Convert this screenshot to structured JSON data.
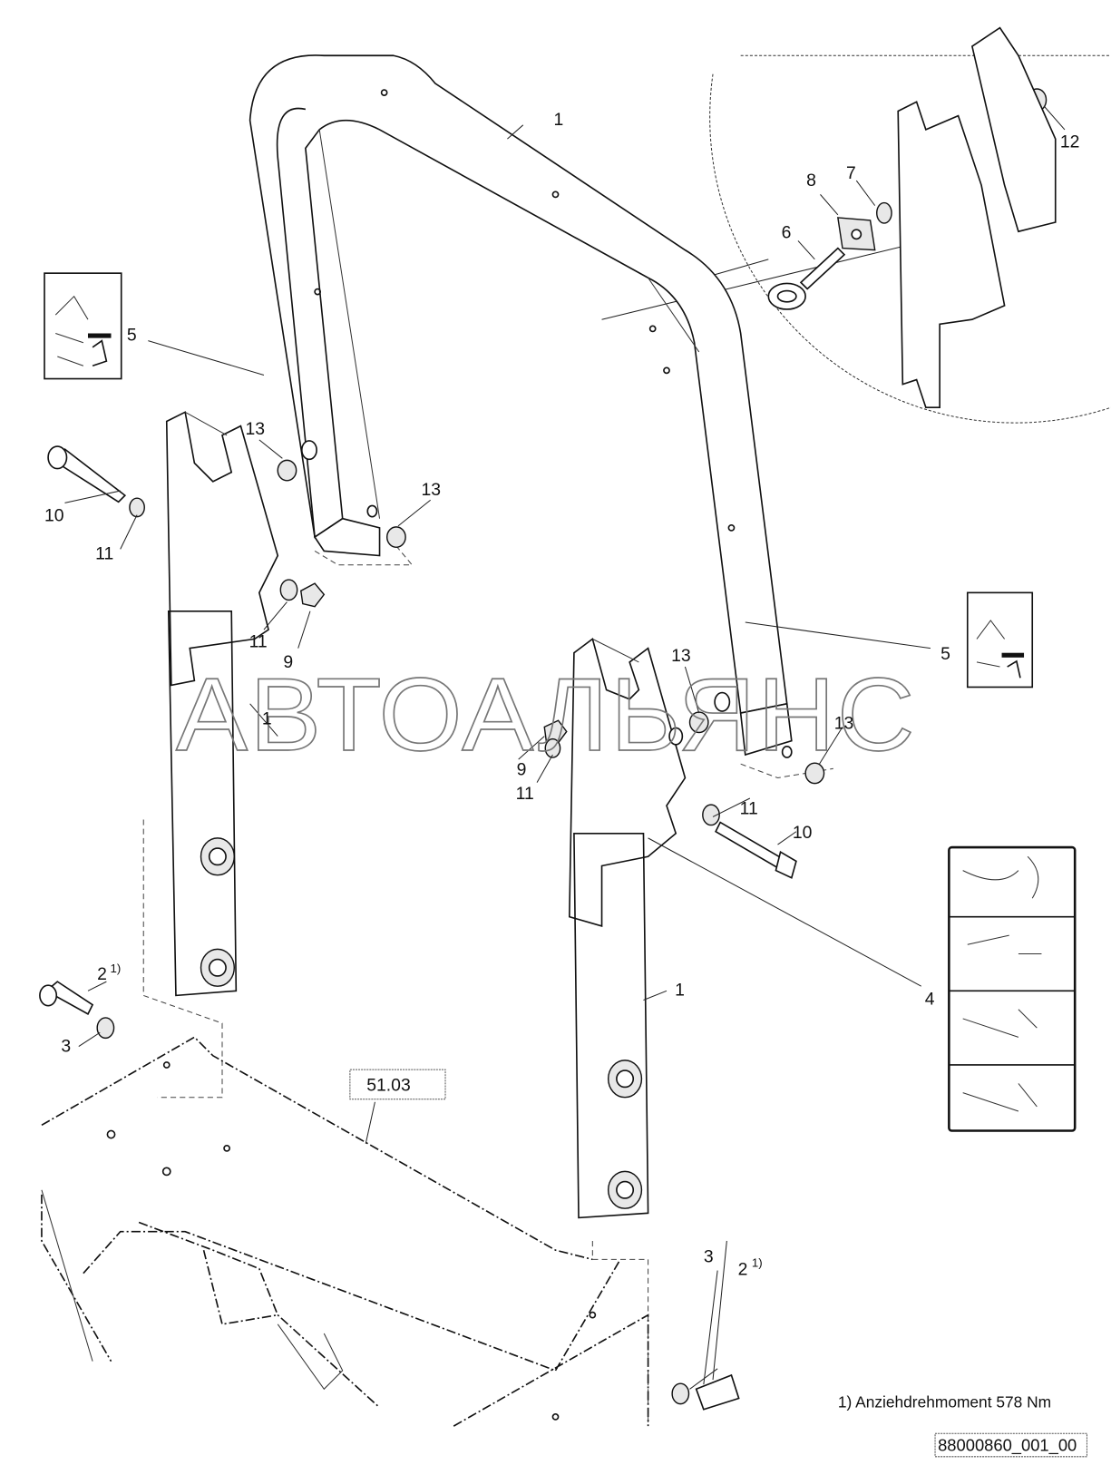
{
  "callouts": {
    "frame_top": "1",
    "frame_left_post": "1",
    "frame_right_post": "1",
    "bolt_left": "2",
    "bolt_right": "2",
    "washer_left": "3",
    "washer_right": "3",
    "decal_instructions": "4",
    "decal_left": "5",
    "decal_right": "5",
    "eye_bolt": "6",
    "washer_7": "7",
    "plate_8": "8",
    "nut_left": "9",
    "nut_right": "9",
    "screw_left": "10",
    "screw_right": "10",
    "washer11_a": "11",
    "washer11_b": "11",
    "washer11_c": "11",
    "washer11_d": "11",
    "cap_12": "12",
    "bush_a": "13",
    "bush_b": "13",
    "bush_c": "13",
    "bush_d": "13"
  },
  "footnote_mark": "1)",
  "reference_box": "51.03",
  "watermark": "АВТОАЛЬЯНС",
  "footnote": "1) Anziehdrehmoment 578 Nm",
  "drawing_number": "88000860_001_00"
}
